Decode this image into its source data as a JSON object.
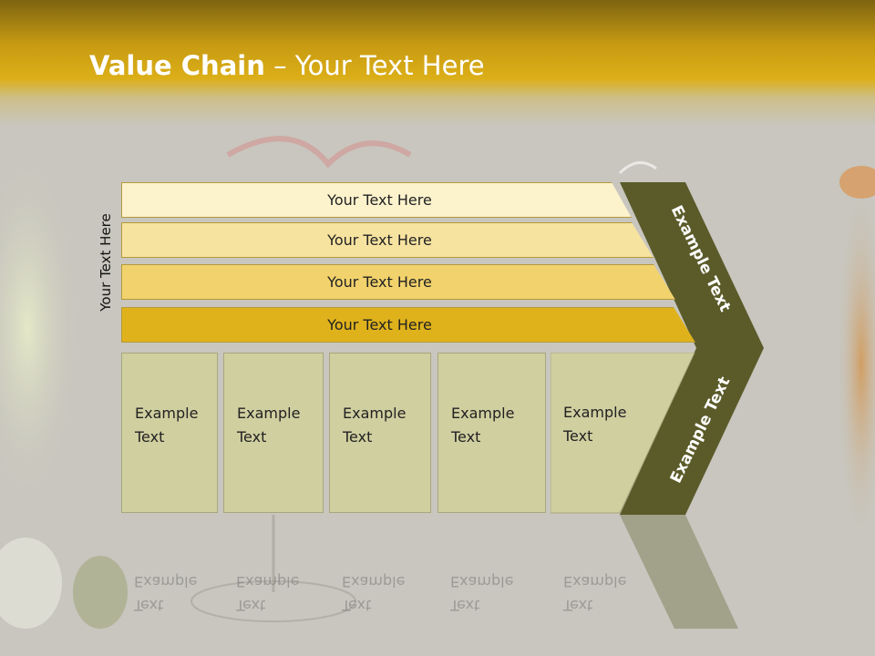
{
  "slide": {
    "title_bold": "Value Chain",
    "title_rest": " – Your Text Here",
    "vertical_label": "Your Text Here"
  },
  "bars": [
    "Your Text Here",
    "Your Text Here",
    "Your Text Here",
    "Your Text Here"
  ],
  "columns": [
    {
      "line1": "Example",
      "line2": "Text"
    },
    {
      "line1": "Example",
      "line2": "Text"
    },
    {
      "line1": "Example",
      "line2": "Text"
    },
    {
      "line1": "Example",
      "line2": "Text"
    },
    {
      "line1": "Example",
      "line2": "Text"
    }
  ],
  "chevron": {
    "upper_text": "Example Text",
    "lower_text": "Example Text"
  },
  "colors": {
    "header_gold": "#d8aa14",
    "chevron_dark": "#5b5b2a",
    "bar_1": "#fcf2cc",
    "bar_2": "#f7e3a0",
    "bar_3": "#f1d26c",
    "bar_4": "#dfb21c",
    "column_fill": "#d0cfa0"
  }
}
